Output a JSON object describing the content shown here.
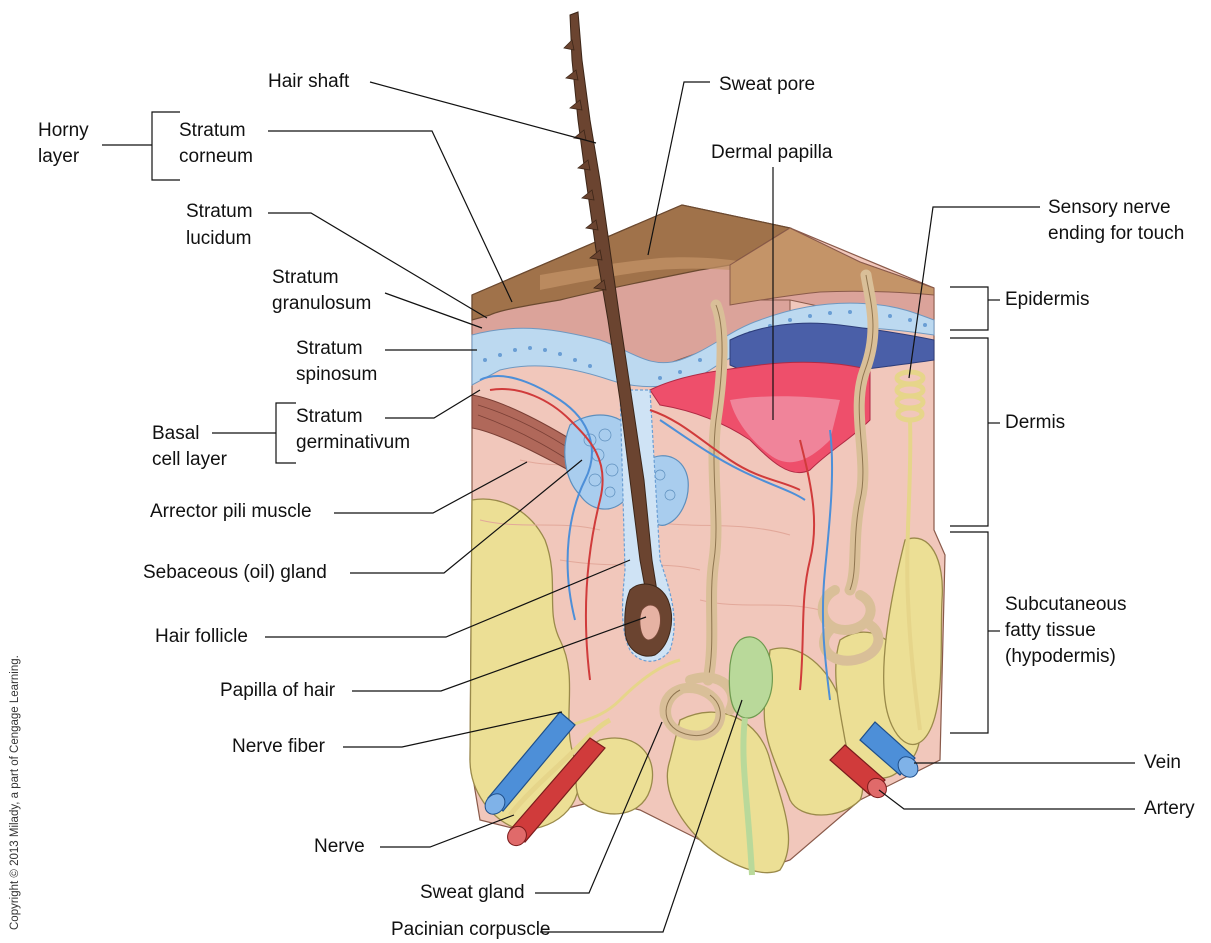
{
  "labels": {
    "hair_shaft": "Hair shaft",
    "sweat_pore": "Sweat pore",
    "dermal_papilla": "Dermal papilla",
    "horny_layer_1": "Horny",
    "horny_layer_2": "layer",
    "stratum_corneum_1": "Stratum",
    "stratum_corneum_2": "corneum",
    "stratum_lucidum_1": "Stratum",
    "stratum_lucidum_2": "lucidum",
    "stratum_granulosum_1": "Stratum",
    "stratum_granulosum_2": "granulosum",
    "stratum_spinosum_1": "Stratum",
    "stratum_spinosum_2": "spinosum",
    "basal_cell_layer_1": "Basal",
    "basal_cell_layer_2": "cell layer",
    "stratum_germinativum_1": "Stratum",
    "stratum_germinativum_2": "germinativum",
    "arrector_pili": "Arrector pili muscle",
    "sebaceous_gland": "Sebaceous (oil) gland",
    "hair_follicle": "Hair follicle",
    "papilla_of_hair": "Papilla of hair",
    "nerve_fiber": "Nerve fiber",
    "nerve": "Nerve",
    "sweat_gland": "Sweat gland",
    "pacinian_corpuscle": "Pacinian corpuscle",
    "sensory_nerve_1": "Sensory nerve",
    "sensory_nerve_2": "ending for touch",
    "epidermis": "Epidermis",
    "dermis": "Dermis",
    "subcutaneous_1": "Subcutaneous",
    "subcutaneous_2": "fatty tissue",
    "subcutaneous_3": "(hypodermis)",
    "vein": "Vein",
    "artery": "Artery"
  },
  "copyright": "Copyright © 2013 Milady, a part of Cengage Learning.",
  "colors": {
    "skin_surface": "#a0724a",
    "skin_top_light": "#c49468",
    "epidermis_pink": "#dba39a",
    "stratum_spinosum": "#bcd9f0",
    "dermis": "#f1c7bb",
    "dermal_papilla_red": "#ee4f6b",
    "fat": "#ecdf95",
    "hair": "#6b4430",
    "vein": "#4d8fd8",
    "artery": "#d03b3b",
    "nerve": "#e6d58a",
    "sweat_duct": "#d9bf98",
    "sebaceous": "#a9cdee",
    "pacinian": "#b9d99a",
    "muscle": "#b0685a"
  }
}
